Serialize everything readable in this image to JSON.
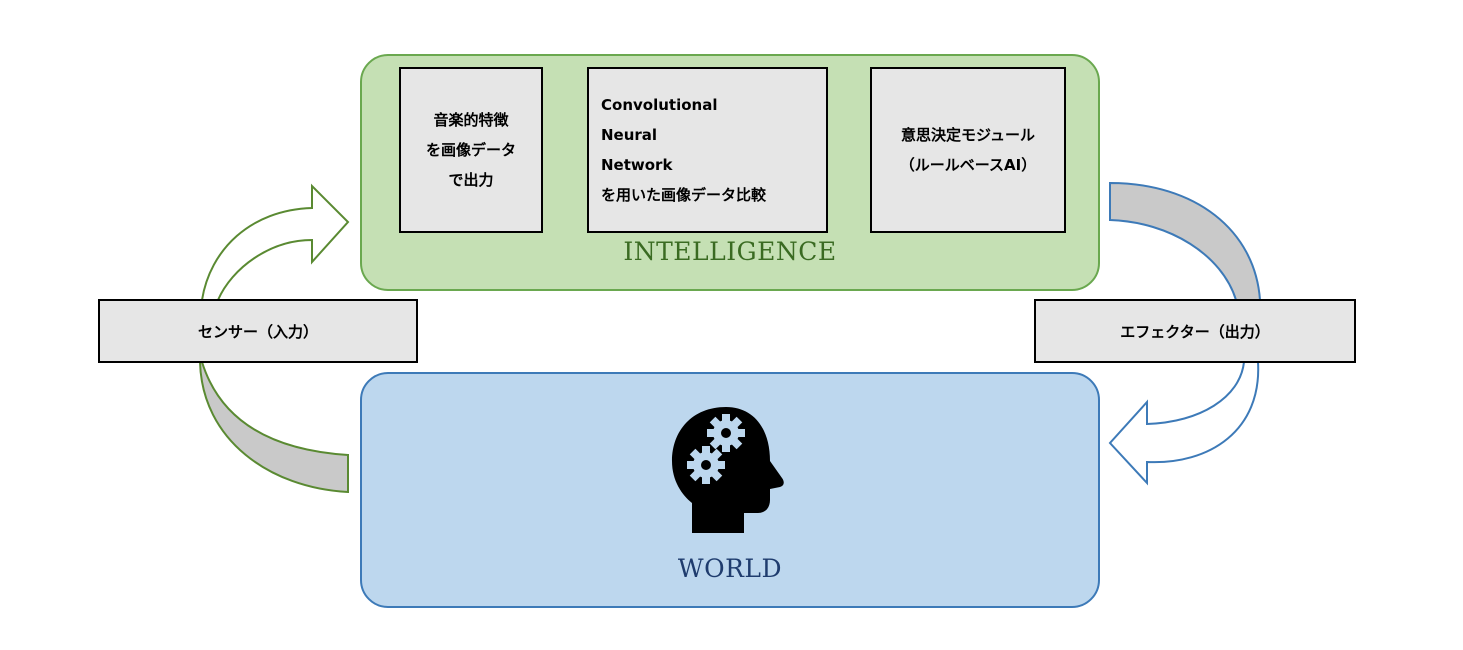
{
  "colors": {
    "intelligence_fill": "#c5e0b4",
    "intelligence_border": "#6aa84f",
    "intelligence_text": "#3a6b22",
    "world_fill": "#bdd7ee",
    "world_border": "#3d7ab8",
    "world_text": "#1f3c6e",
    "module_fill": "#e6e6e6",
    "arrow_gray": "#c9c9c9",
    "arrow_green": "#5a8a32",
    "arrow_blue": "#3d7ab8"
  },
  "intelligence": {
    "title": "INTELLIGENCE",
    "modules": [
      {
        "lines": [
          "音楽的特徴",
          "を画像データ",
          "で出力"
        ]
      },
      {
        "lines": [
          "Convolutional",
          "Neural",
          "Network",
          "を用いた画像データ比較"
        ]
      },
      {
        "lines": [
          "意思決定モジュール",
          "（ルールベースAI）"
        ]
      }
    ]
  },
  "world": {
    "title": "WORLD",
    "icon": "head-with-gears-icon"
  },
  "sensor": {
    "label": "センサー（入力）"
  },
  "effector": {
    "label": "エフェクター（出力）"
  }
}
